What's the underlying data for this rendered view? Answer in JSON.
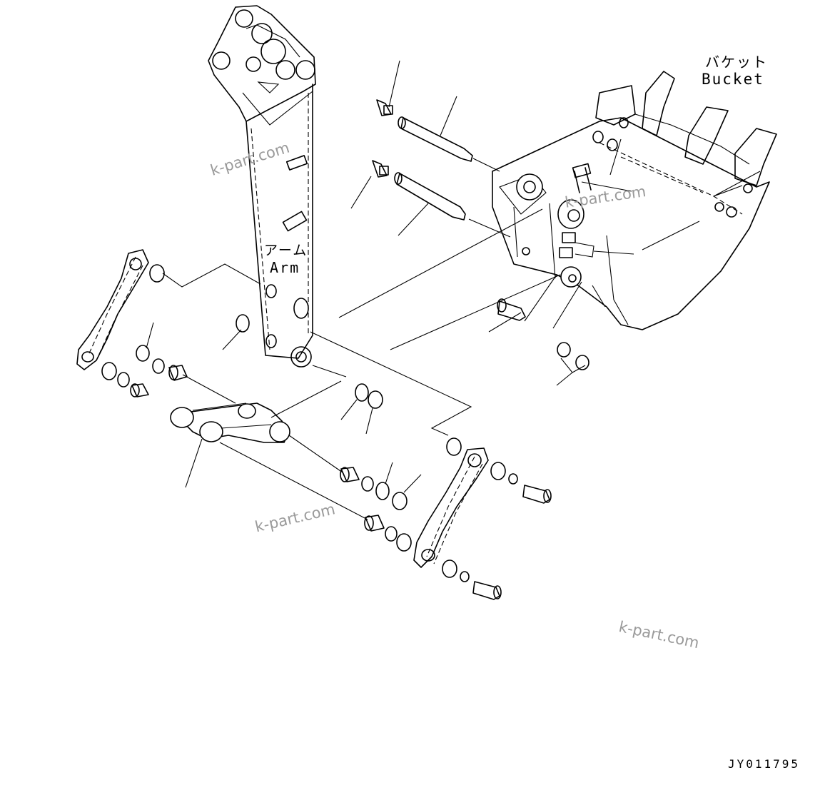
{
  "labels": {
    "bucket_jp": "バケット",
    "bucket_en": "Bucket",
    "arm_jp": "アーム",
    "arm_en": "Arm"
  },
  "watermarks": [
    "k-part.com",
    "k-part.com",
    "k-part.com",
    "k-part.com"
  ],
  "drawing_number": "JY011795",
  "colors": {
    "line": "#000000",
    "watermark": "#9a9a9a",
    "background": "#ffffff"
  }
}
